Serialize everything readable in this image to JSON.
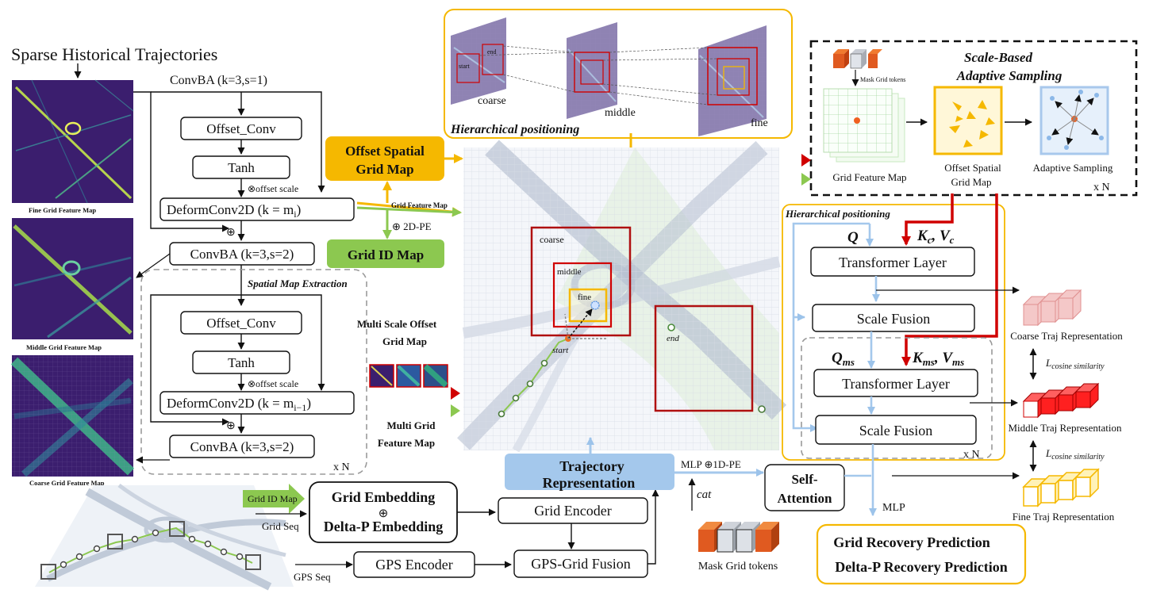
{
  "title": "Sparse Historical Trajectories",
  "left_maps": {
    "fine": "Fine Grid Feature Map",
    "middle": "Middle Grid Feature Map",
    "coarse": "Coarse Grid Feature Map"
  },
  "extraction": {
    "convba_top": "ConvBA (k=3,s=1)",
    "offset_conv": "Offset_Conv",
    "tanh": "Tanh",
    "offset_scale": "⊗offset scale",
    "deform_i": "DeformConv2D (k = m",
    "deform_i_sub": "i",
    "deform_i_close": ")",
    "convba_s2": "ConvBA (k=3,s=2)",
    "spatial_map_extraction": "Spatial Map Extraction",
    "deform_i1": "DeformConv2D (k = m",
    "deform_i1_sub": "i−1",
    "deform_i1_close": ")",
    "convba_s2_b": "ConvBA (k=3,s=2)",
    "xn": "x N"
  },
  "mid": {
    "offset_spatial_grid_map_l1": "Offset Spatial",
    "offset_spatial_grid_map_l2": "Grid Map",
    "grid_feature_map": "Grid Feature Map",
    "pe2d": "⊕ 2D-PE",
    "grid_id_map": "Grid ID Map",
    "multi_scale_l1": "Multi Scale Offset",
    "multi_scale_l2": "Grid Map",
    "multi_grid_l1": "Multi Grid",
    "multi_grid_l2": "Feature Map"
  },
  "hier_top": {
    "coarse": "coarse",
    "middle": "middle",
    "fine": "fine",
    "start": "start",
    "end": "end",
    "caption": "Hierarchical  positioning"
  },
  "center_map": {
    "coarse": "coarse",
    "middle": "middle",
    "fine": "fine",
    "start": "start",
    "end": "end"
  },
  "sampling": {
    "title_l1": "Scale-Based",
    "title_l2": "Adaptive Sampling",
    "mask_grid_tokens": "Mask Grid tokens",
    "grid_feature_map": "Grid Feature Map",
    "offset_l1": "Offset Spatial",
    "offset_l2": "Grid  Map",
    "adaptive": "Adaptive Sampling",
    "xn": "x N"
  },
  "hier_right": {
    "title": "Hierarchical positioning",
    "q": "Q",
    "kv": "K",
    "kv_sub1": "c",
    "kv_mid": ", V",
    "kv_sub2": "c",
    "transformer1": "Transformer Layer",
    "scale_fusion1": "Scale Fusion",
    "qms": "Q",
    "qms_sub": "ms",
    "kvms": "K",
    "kvms_sub1": "ms",
    "kvms_mid": ", V",
    "kvms_sub2": "ms",
    "transformer2": "Transformer Layer",
    "scale_fusion2": "Scale Fusion",
    "xn": "x N"
  },
  "repr": {
    "coarse": "Coarse Traj Representation",
    "middle": "Middle Traj Representation",
    "fine": "Fine Traj Representation",
    "cos1": "L",
    "cos1_sub": "cosine similarity",
    "cos2": "L",
    "cos2_sub": "cosine similarity"
  },
  "bottom": {
    "grid_id_map_tag": "Grid ID Map",
    "grid_seq": "Grid Seq",
    "gps_seq": "GPS Seq",
    "grid_emb": "Grid Embedding",
    "oplus": "⊕",
    "delta_emb": "Delta-P Embedding",
    "grid_encoder": "Grid Encoder",
    "gps_encoder": "GPS Encoder",
    "gps_grid_fusion": "GPS-Grid Fusion",
    "traj_l1": "Trajectory",
    "traj_l2": "Representation",
    "mlp_pe": "MLP ⊕1D-PE",
    "cat": "cat",
    "self_att_l1": "Self-",
    "self_att_l2": "Attention",
    "mask_grid_tokens": "Mask Grid tokens",
    "mlp": "MLP",
    "grid_recovery": "Grid Recovery Prediction",
    "delta_recovery": "Delta-P Recovery Prediction"
  },
  "colors": {
    "orange": "#f5b800",
    "green": "#8cc850",
    "red": "#d00000",
    "blue": "#a4c8ec",
    "grid_bg": "#3b1e6e"
  }
}
